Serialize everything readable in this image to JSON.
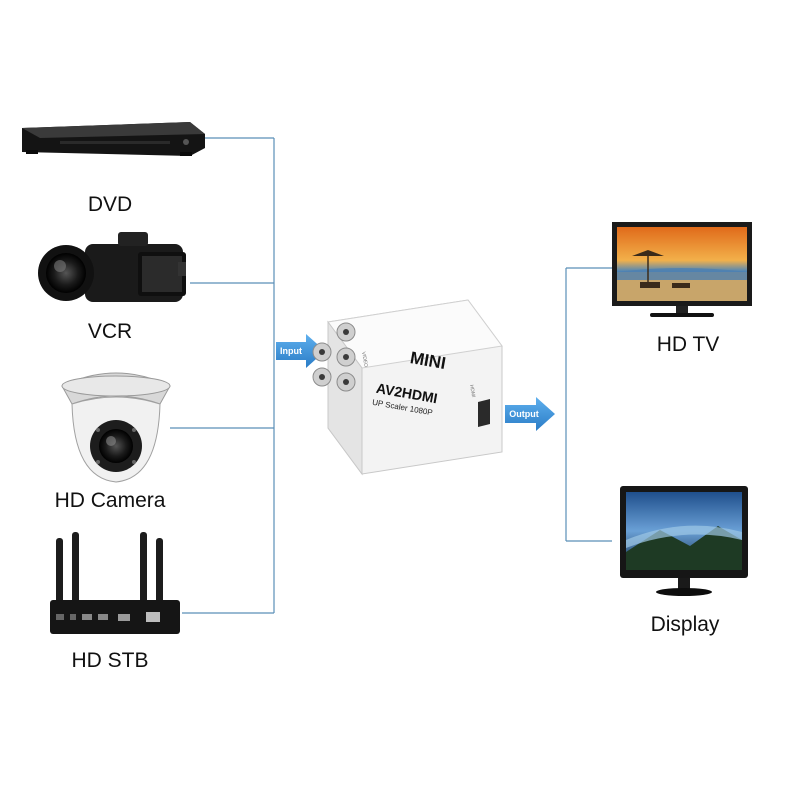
{
  "inputs": {
    "dvd": "DVD",
    "vcr": "VCR",
    "camera": "HD Camera",
    "stb": "HD STB"
  },
  "outputs": {
    "hdtv": "HD TV",
    "display": "Display"
  },
  "arrows": {
    "input": "Input",
    "output": "Output"
  },
  "converter": {
    "brand": "MINI",
    "model": "AV2HDMI",
    "subtitle": "UP Scaler 1080P",
    "port_in": "VIDEO",
    "port_out": "HDMI"
  },
  "colors": {
    "line": "#5a8fb8",
    "arrow": "#3d8fd6"
  }
}
